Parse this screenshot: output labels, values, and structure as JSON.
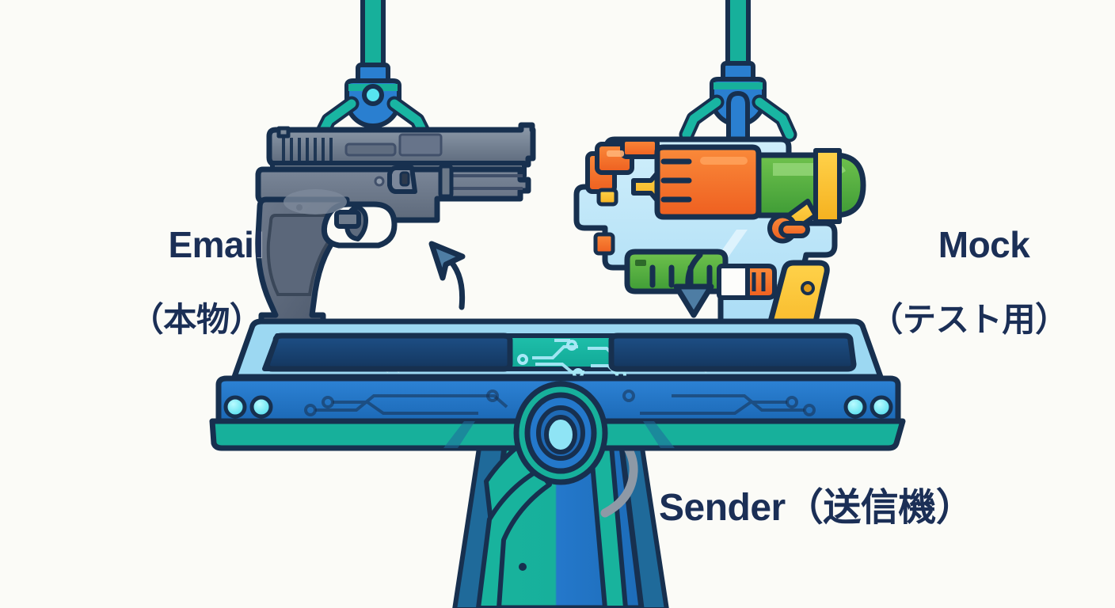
{
  "illustration": {
    "title": "Email vs Mock sender balance illustration",
    "background_color": "#fbfbf7",
    "ink_color": "#1b2f56"
  },
  "labels": {
    "left": {
      "name": "Email",
      "japanese": "（本物）",
      "color": "#1b2f56"
    },
    "right": {
      "name": "Mock",
      "japanese": "（テスト用）",
      "color": "#1b2f56"
    },
    "bottom": {
      "text": "Sender（送信機）",
      "color": "#1b2f56"
    }
  },
  "objects": {
    "left_item": "handgun-pistol",
    "right_item": "water-pistol-toy",
    "device": "balance-beam-sender",
    "left_claw": "robotic-claw",
    "right_claw": "robotic-claw",
    "left_arrow": "curved-arrow-up",
    "right_arrow": "curved-arrow-down"
  },
  "palette": {
    "teal": "#17b09b",
    "teal_dark": "#12a08d",
    "blue": "#2277c8",
    "blue_dark": "#1b63ab",
    "cyan": "#57e4f0",
    "light_blue": "#8fd3f2",
    "navy": "#17304f",
    "gun_gray": "#6e7b8c",
    "gun_gray_light": "#8b97a6",
    "gun_gray_dark": "#4f5c6e",
    "orange": "#f2742a",
    "green": "#4fae3e",
    "yellow": "#f9c231",
    "slate": "#4e7da4"
  }
}
